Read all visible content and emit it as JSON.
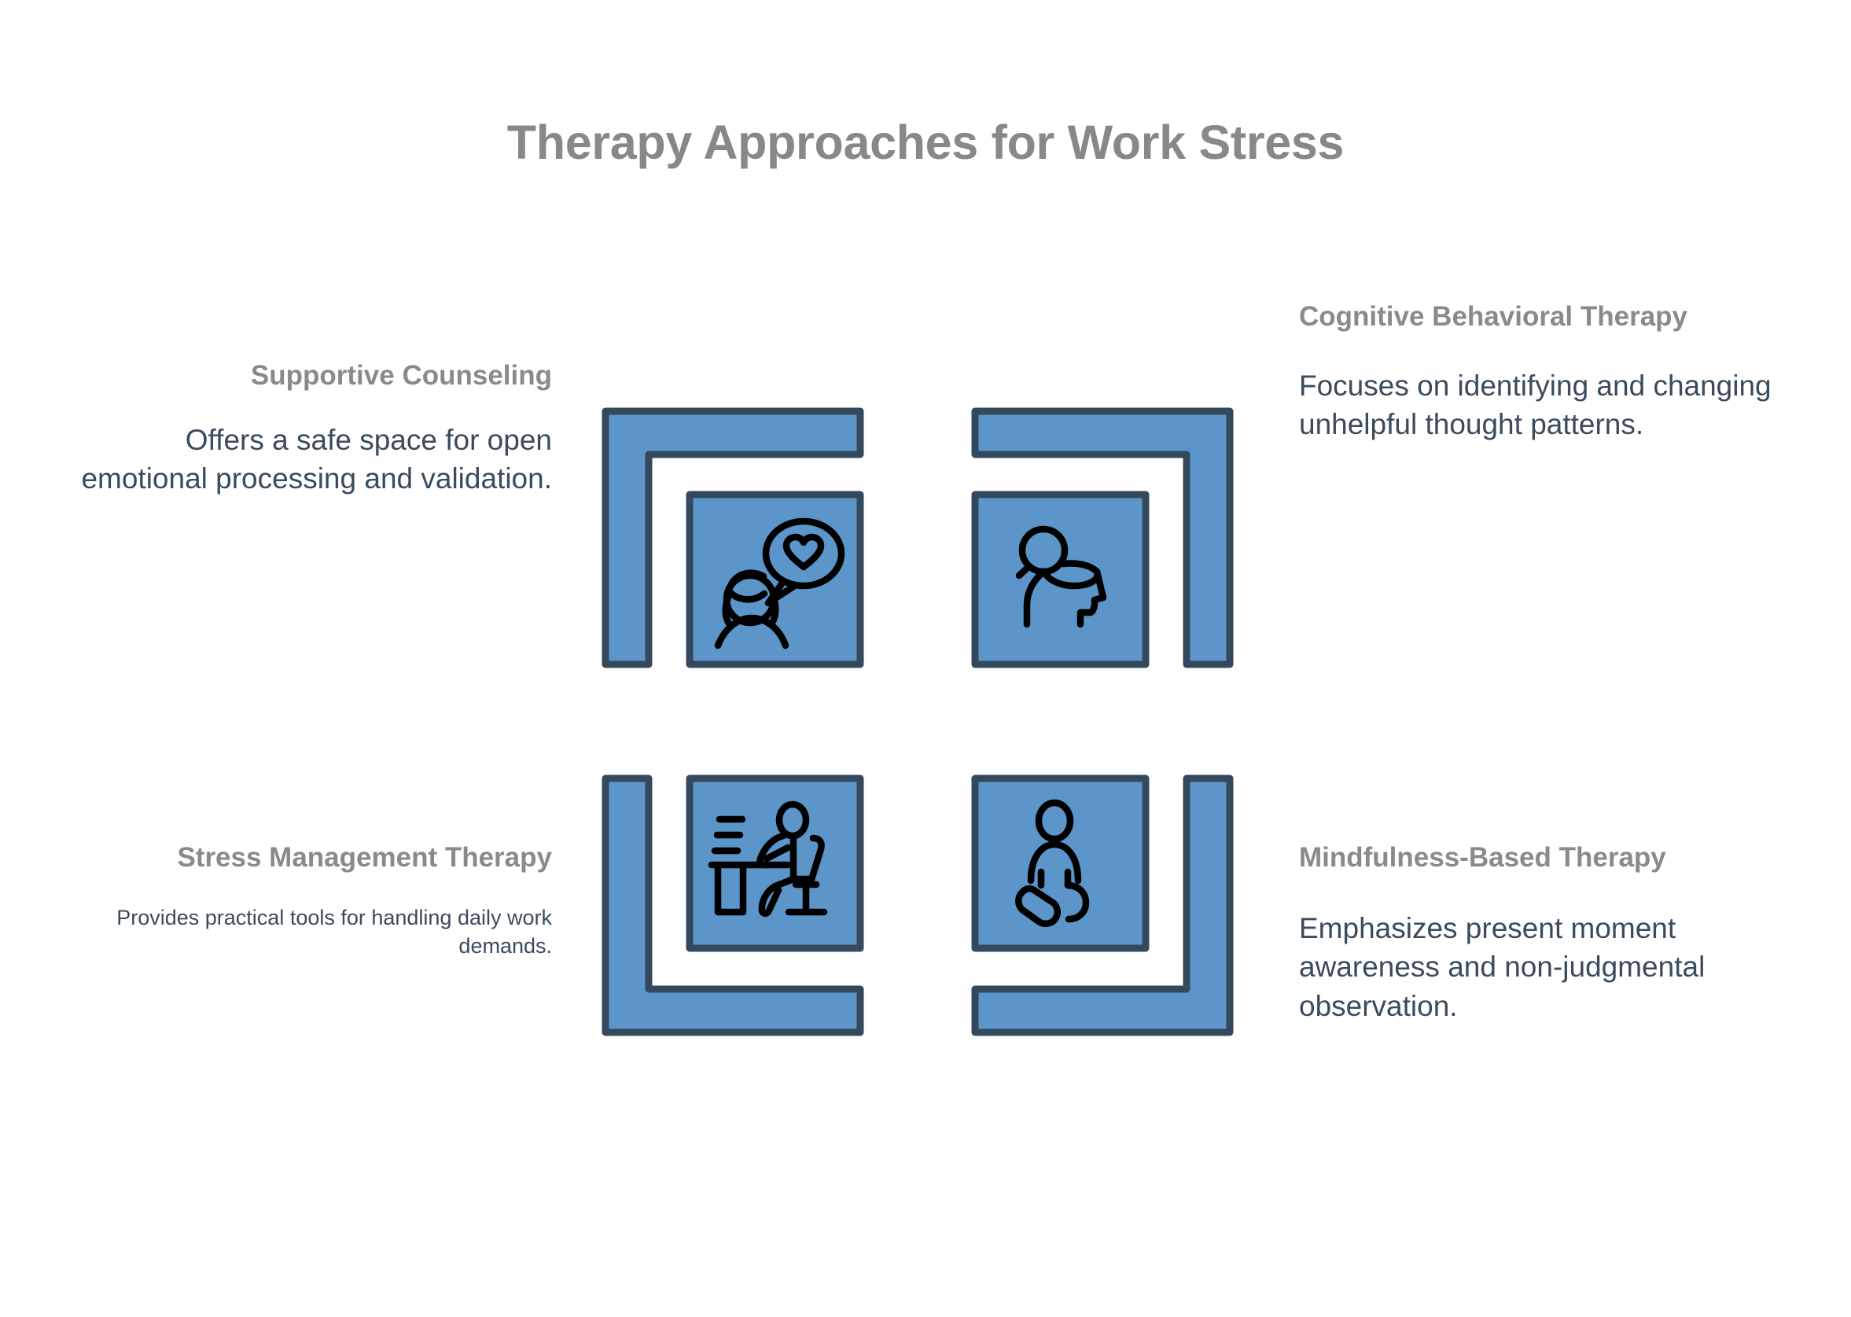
{
  "title": "Therapy Approaches for Work Stress",
  "colors": {
    "accent_blue": "#5b95c9",
    "outline": "#35495c",
    "heading_gray": "#8a8a8a",
    "body_slate": "#3a4b5c",
    "title_gray": "#888888",
    "icon_black": "#000000",
    "background": "#ffffff"
  },
  "quadrants": [
    {
      "id": "supportive-counseling",
      "position": "top-left",
      "heading": "Supportive Counseling",
      "body": "Offers a safe space for open emotional processing and validation.",
      "icon": "person-speech-bubble-heart-icon",
      "bracket": "corner-top-left"
    },
    {
      "id": "cognitive-behavioral-therapy",
      "position": "top-right",
      "heading": "Cognitive Behavioral Therapy",
      "body": "Focuses on identifying and changing unhelpful thought patterns.",
      "icon": "head-profile-magnifier-icon",
      "bracket": "corner-top-right"
    },
    {
      "id": "stress-management-therapy",
      "position": "bottom-left",
      "heading": "Stress Management Therapy",
      "body": "Provides practical tools for handling daily work demands.",
      "icon": "person-at-desk-icon",
      "bracket": "corner-bottom-left"
    },
    {
      "id": "mindfulness-based-therapy",
      "position": "bottom-right",
      "heading": "Mindfulness-Based Therapy",
      "body": "Emphasizes present moment awareness and non-judgmental observation.",
      "icon": "person-meditating-lotus-icon",
      "bracket": "corner-bottom-right"
    }
  ]
}
